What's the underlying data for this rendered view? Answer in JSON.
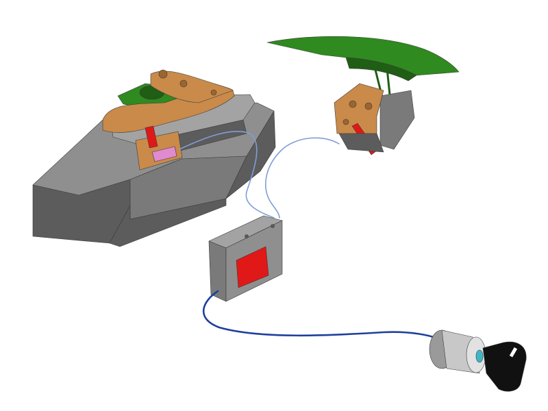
{
  "scene": {
    "background": "#ffffff",
    "colors": {
      "housing_top": "#8f8f8f",
      "housing_front": "#5c5c5c",
      "housing_side": "#7a7a7a",
      "bronze": "#c98a4a",
      "bronze_dark": "#9c6530",
      "green_cover": "#2f8a1f",
      "green_dark": "#1f5e14",
      "actuator_red": "#e01818",
      "solenoid_block": "#7d7d7d",
      "cable_blue": "#1f3f9c",
      "cable_light": "#7f9fd6",
      "lock_silver": "#c8c8c8",
      "key_black": "#111111",
      "pink": "#e08ad0"
    },
    "components": [
      {
        "id": "seat-lock-housing",
        "icon": "housing-block"
      },
      {
        "id": "latch-plate",
        "icon": "latch-plate"
      },
      {
        "id": "green-cover-lid",
        "icon": "lid-cover"
      },
      {
        "id": "lid-latch-bracket",
        "icon": "bracket"
      },
      {
        "id": "solenoid-actuator",
        "icon": "solenoid"
      },
      {
        "id": "key-lock-cylinder",
        "icon": "key-cylinder"
      }
    ]
  }
}
